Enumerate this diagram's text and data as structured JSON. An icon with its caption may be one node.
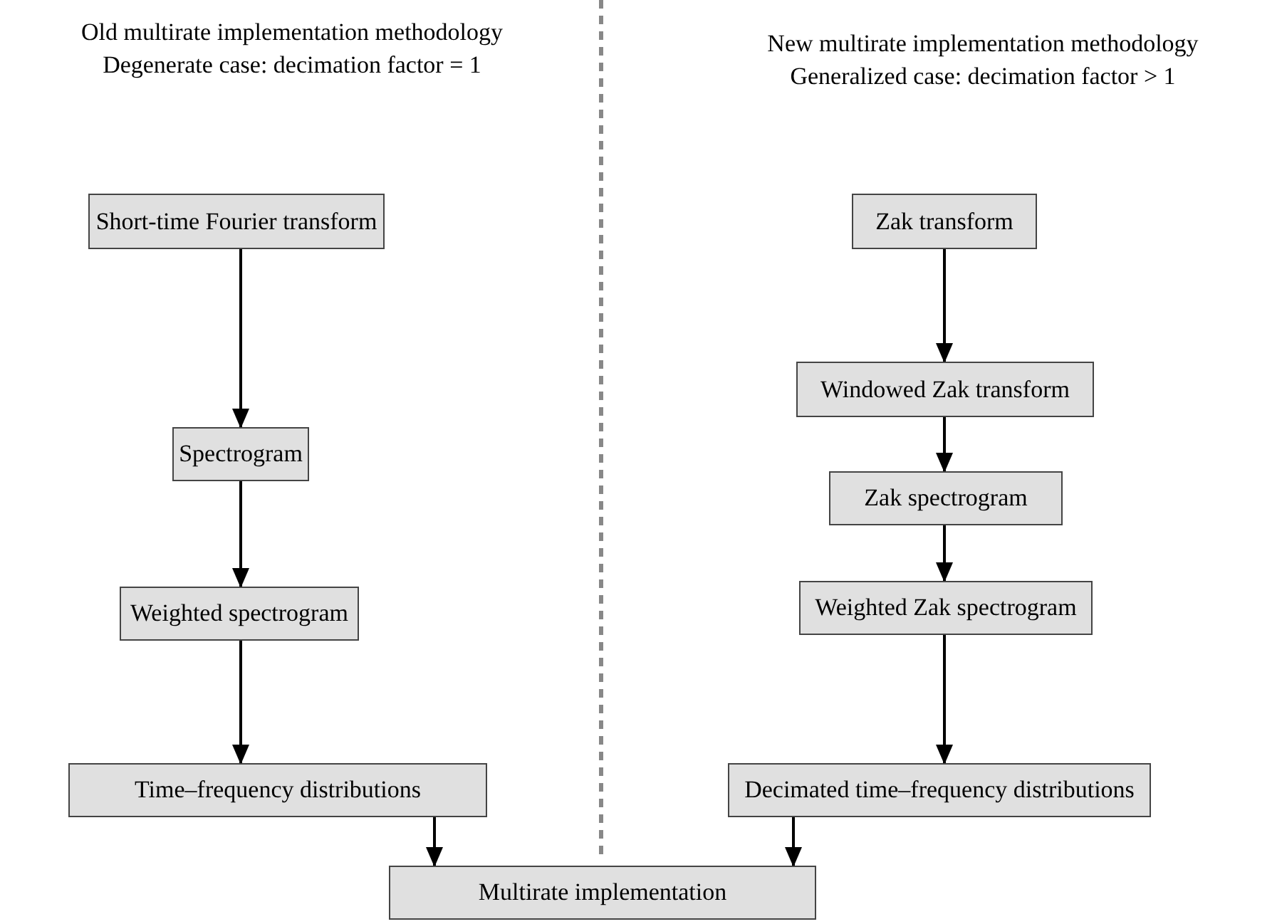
{
  "diagram": {
    "nodes": [
      {
        "text": [
          "Short-time Fourier transform"
        ]
      },
      {
        "text": [
          "Spectrogram"
        ]
      },
      {
        "text": [
          "Weighted spectrogram"
        ]
      },
      {
        "text": [
          "Time–frequency distributions"
        ]
      },
      {
        "text": [
          "Zak transform"
        ]
      },
      {
        "text": [
          "Windowed Zak transform"
        ]
      },
      {
        "text": [
          "Zak spectrogram"
        ]
      },
      {
        "text": [
          "Weighted Zak spectrogram"
        ]
      },
      {
        "text": [
          "Decimated time–frequency distributions"
        ]
      },
      {
        "text": [
          "Multirate implementation"
        ]
      }
    ],
    "edges": [
      {
        "from": 0,
        "to": 1,
        "arrow": "to"
      },
      {
        "from": 1,
        "to": 2,
        "arrow": "to"
      },
      {
        "from": 2,
        "to": 3,
        "arrow": "to"
      },
      {
        "from": 4,
        "to": 5,
        "arrow": "to"
      },
      {
        "from": 5,
        "to": 6,
        "arrow": "to"
      },
      {
        "from": 6,
        "to": 7,
        "arrow": "to"
      },
      {
        "from": 7,
        "to": 8,
        "arrow": "to"
      },
      {
        "from": 3,
        "to": 9,
        "arrow": "to"
      },
      {
        "from": 8,
        "to": 9,
        "arrow": "to"
      }
    ],
    "labels": [
      "Old multirate implementation methodology",
      "Degenerate case: decimation factor = 1",
      "New multirate implementation methodology",
      "Generalized case: decimation factor > 1"
    ]
  }
}
